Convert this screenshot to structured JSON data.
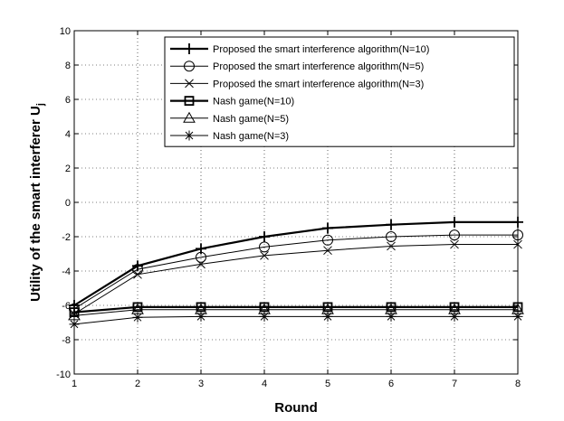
{
  "chart_data": {
    "type": "line",
    "title": "",
    "xlabel": "Round",
    "ylabel_main": "Utility of the smart interferer U",
    "ylabel_sub": "j",
    "x": [
      1,
      2,
      3,
      4,
      5,
      6,
      7,
      8
    ],
    "xlim": [
      1,
      8
    ],
    "ylim": [
      -10,
      10
    ],
    "xticks": [
      "1",
      "2",
      "3",
      "4",
      "5",
      "6",
      "7",
      "8"
    ],
    "yticks": [
      "-10",
      "-8",
      "-6",
      "-4",
      "-2",
      "0",
      "2",
      "4",
      "6",
      "8",
      "10"
    ],
    "grid": true,
    "legend_position": "top-right",
    "series": [
      {
        "name": "Proposed the smart interference algorithm(N=10)",
        "marker": "plus",
        "weight": "thick",
        "values": [
          -6.0,
          -3.7,
          -2.7,
          -2.0,
          -1.5,
          -1.3,
          -1.15,
          -1.15
        ]
      },
      {
        "name": "Proposed the smart interference algorithm(N=5)",
        "marker": "circle",
        "weight": "normal",
        "values": [
          -6.2,
          -3.9,
          -3.2,
          -2.6,
          -2.2,
          -2.0,
          -1.9,
          -1.9
        ]
      },
      {
        "name": "Proposed the smart interference algorithm(N=3)",
        "marker": "x",
        "weight": "normal",
        "values": [
          -6.5,
          -4.2,
          -3.6,
          -3.1,
          -2.8,
          -2.55,
          -2.45,
          -2.45
        ]
      },
      {
        "name": "Nash game(N=10)",
        "marker": "square",
        "weight": "thick",
        "values": [
          -6.4,
          -6.1,
          -6.1,
          -6.1,
          -6.1,
          -6.1,
          -6.1,
          -6.1
        ]
      },
      {
        "name": "Nash game(N=5)",
        "marker": "triangle",
        "weight": "normal",
        "values": [
          -6.6,
          -6.25,
          -6.25,
          -6.25,
          -6.25,
          -6.25,
          -6.25,
          -6.25
        ]
      },
      {
        "name": "Nash game(N=3)",
        "marker": "star",
        "weight": "normal",
        "values": [
          -7.1,
          -6.7,
          -6.65,
          -6.65,
          -6.65,
          -6.65,
          -6.65,
          -6.65
        ]
      }
    ]
  }
}
